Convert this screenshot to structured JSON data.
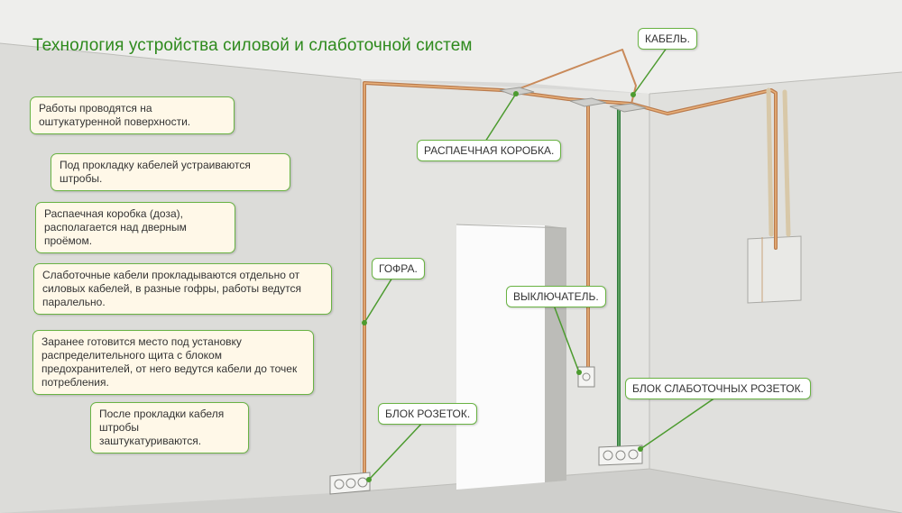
{
  "title": "Технология устройства силовой и слаботочной систем",
  "notes": [
    "Работы проводятся на оштукатуренной поверхности.",
    "Под прокладку кабелей устраиваются штробы.",
    "Распаечная коробка (доза), располагается над дверным проёмом.",
    "Слаботочные кабели прокладываются отдельно от силовых кабелей, в разные гофры, работы ведутся паралельно.",
    "Заранее готовится место под установку распределительного щита с блоком предохранителей, от него ведутся кабели до точек потребления.",
    "После прокладки кабеля штробы заштукатуриваются."
  ],
  "labels": {
    "cable": "КАБЕЛЬ.",
    "junction_box": "РАСПАЕЧНАЯ КОРОБКА.",
    "corrugation": "ГОФРА.",
    "switch": "ВЫКЛЮЧАТЕЛЬ.",
    "socket_block": "БЛОК РОЗЕТОК.",
    "low_current_block": "БЛОК СЛАБОТОЧНЫХ РОЗЕТОК."
  },
  "colors": {
    "title": "#2e8a1d",
    "callout_border": "#6ab344",
    "note_fill": "#fff8e8",
    "label_fill": "#ffffff",
    "power_cable": "#c98a5a",
    "low_current_cable": "#2f7a3a",
    "wall": "#e3e3e0",
    "ceiling": "#eeeeec",
    "floor": "#cfcfcc"
  }
}
